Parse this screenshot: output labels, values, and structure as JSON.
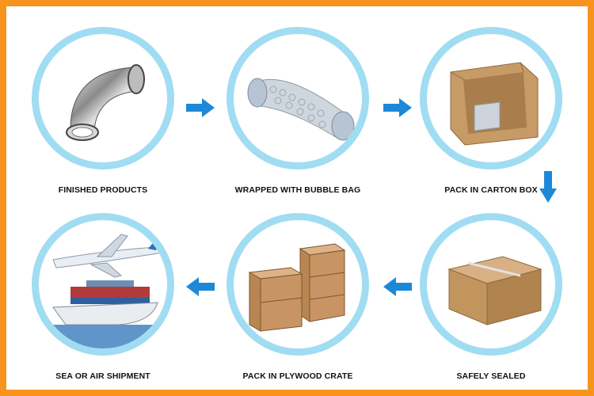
{
  "steps": [
    {
      "label": "FINISHED PRODUCTS"
    },
    {
      "label": "WRAPPED WITH BUBBLE BAG"
    },
    {
      "label": "PACK IN CARTON BOX"
    },
    {
      "label": "SAFELY SEALED"
    },
    {
      "label": "PACK IN PLYWOOD CRATE"
    },
    {
      "label": "SEA OR AIR SHIPMENT"
    }
  ],
  "colors": {
    "border": "#f7941d",
    "ring": "#9fdcf2",
    "arrow": "#1e88d8",
    "carton": "#c79b66",
    "crate": "#c99463"
  }
}
